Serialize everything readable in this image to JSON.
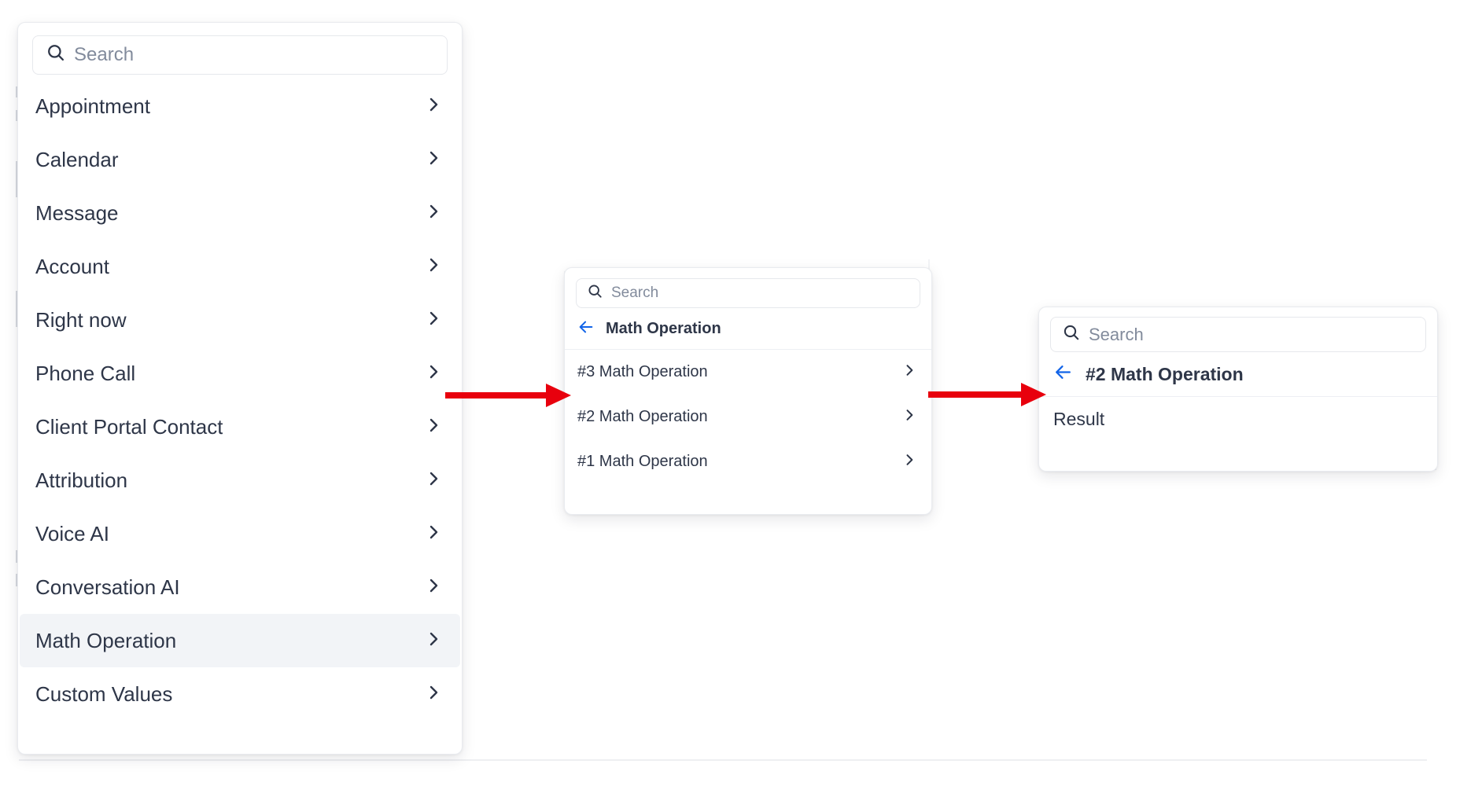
{
  "panels": {
    "left": {
      "name": "Trigger link field picker — root category list",
      "search": {
        "placeholder": "Search",
        "value": "",
        "icon": "search-icon"
      },
      "items": [
        {
          "label": "Appointment",
          "chevron": "chevron-right-icon",
          "selected": false
        },
        {
          "label": "Calendar",
          "chevron": "chevron-right-icon",
          "selected": false
        },
        {
          "label": "Message",
          "chevron": "chevron-right-icon",
          "selected": false
        },
        {
          "label": "Account",
          "chevron": "chevron-right-icon",
          "selected": false
        },
        {
          "label": "Right now",
          "chevron": "chevron-right-icon",
          "selected": false
        },
        {
          "label": "Phone Call",
          "chevron": "chevron-right-icon",
          "selected": false
        },
        {
          "label": "Client Portal Contact",
          "chevron": "chevron-right-icon",
          "selected": false
        },
        {
          "label": "Attribution",
          "chevron": "chevron-right-icon",
          "selected": false
        },
        {
          "label": "Voice AI",
          "chevron": "chevron-right-icon",
          "selected": false
        },
        {
          "label": "Conversation AI",
          "chevron": "chevron-right-icon",
          "selected": false
        },
        {
          "label": "Math Operation",
          "chevron": "chevron-right-icon",
          "selected": true
        },
        {
          "label": "Custom Values",
          "chevron": "chevron-right-icon",
          "selected": false
        }
      ]
    },
    "middle": {
      "name": "Math Operation submenu",
      "search": {
        "placeholder": "Search",
        "value": "",
        "icon": "search-icon"
      },
      "back": {
        "icon": "arrow-left-icon",
        "label": "Math Operation"
      },
      "items": [
        {
          "label": "#3 Math Operation",
          "chevron": "chevron-right-icon",
          "selected": false
        },
        {
          "label": "#2 Math Operation",
          "chevron": "chevron-right-icon",
          "selected": false
        },
        {
          "label": "#1 Math Operation",
          "chevron": "chevron-right-icon",
          "selected": false
        }
      ]
    },
    "right": {
      "name": "#2 Math Operation submenu",
      "search": {
        "placeholder": "Search",
        "value": "",
        "icon": "search-icon"
      },
      "back": {
        "icon": "arrow-left-icon",
        "label": "#2 Math Operation"
      },
      "items": [
        {
          "label": "Result",
          "chevron": "",
          "selected": false
        }
      ]
    }
  },
  "annotations": {
    "arrows": [
      {
        "name": "flow-arrow-left-to-middle",
        "color": "#e8000d",
        "direction": "right"
      },
      {
        "name": "flow-arrow-middle-to-right",
        "color": "#e8000d",
        "direction": "right"
      }
    ]
  },
  "colors": {
    "text_primary": "#2e3648",
    "text_placeholder": "#828b9c",
    "accent_blue": "#1264e8",
    "annotation_red": "#e8000d",
    "row_selected_bg": "#f2f4f7",
    "panel_border": "#e9ebef",
    "divider": "#edeff3",
    "page_bg": "#ffffff"
  }
}
